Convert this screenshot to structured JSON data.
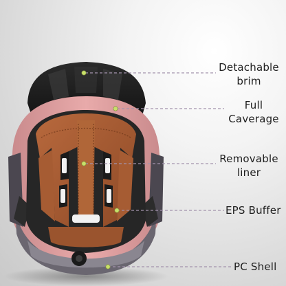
{
  "callouts": {
    "detachable_brim": {
      "line1": "Detachable",
      "line2": "brim"
    },
    "full_caverage": {
      "line1": "Full",
      "line2": "Caverage"
    },
    "removable_liner": {
      "line1": "Removable",
      "line2": "liner"
    },
    "eps_buffer": {
      "line1": "EPS Buffer"
    },
    "pc_shell": {
      "line1": "PC Shell"
    }
  },
  "colors": {
    "background": "#e4e4e4",
    "shell_black": "#1c1c1c",
    "shell_pink": "#e0a1a1",
    "shell_grey": "#6a6670",
    "liner_brown": "#a35a32",
    "eps_dark": "#2a2a2a",
    "callout_line": "#a393ad",
    "callout_dot": "#c8e06a"
  }
}
